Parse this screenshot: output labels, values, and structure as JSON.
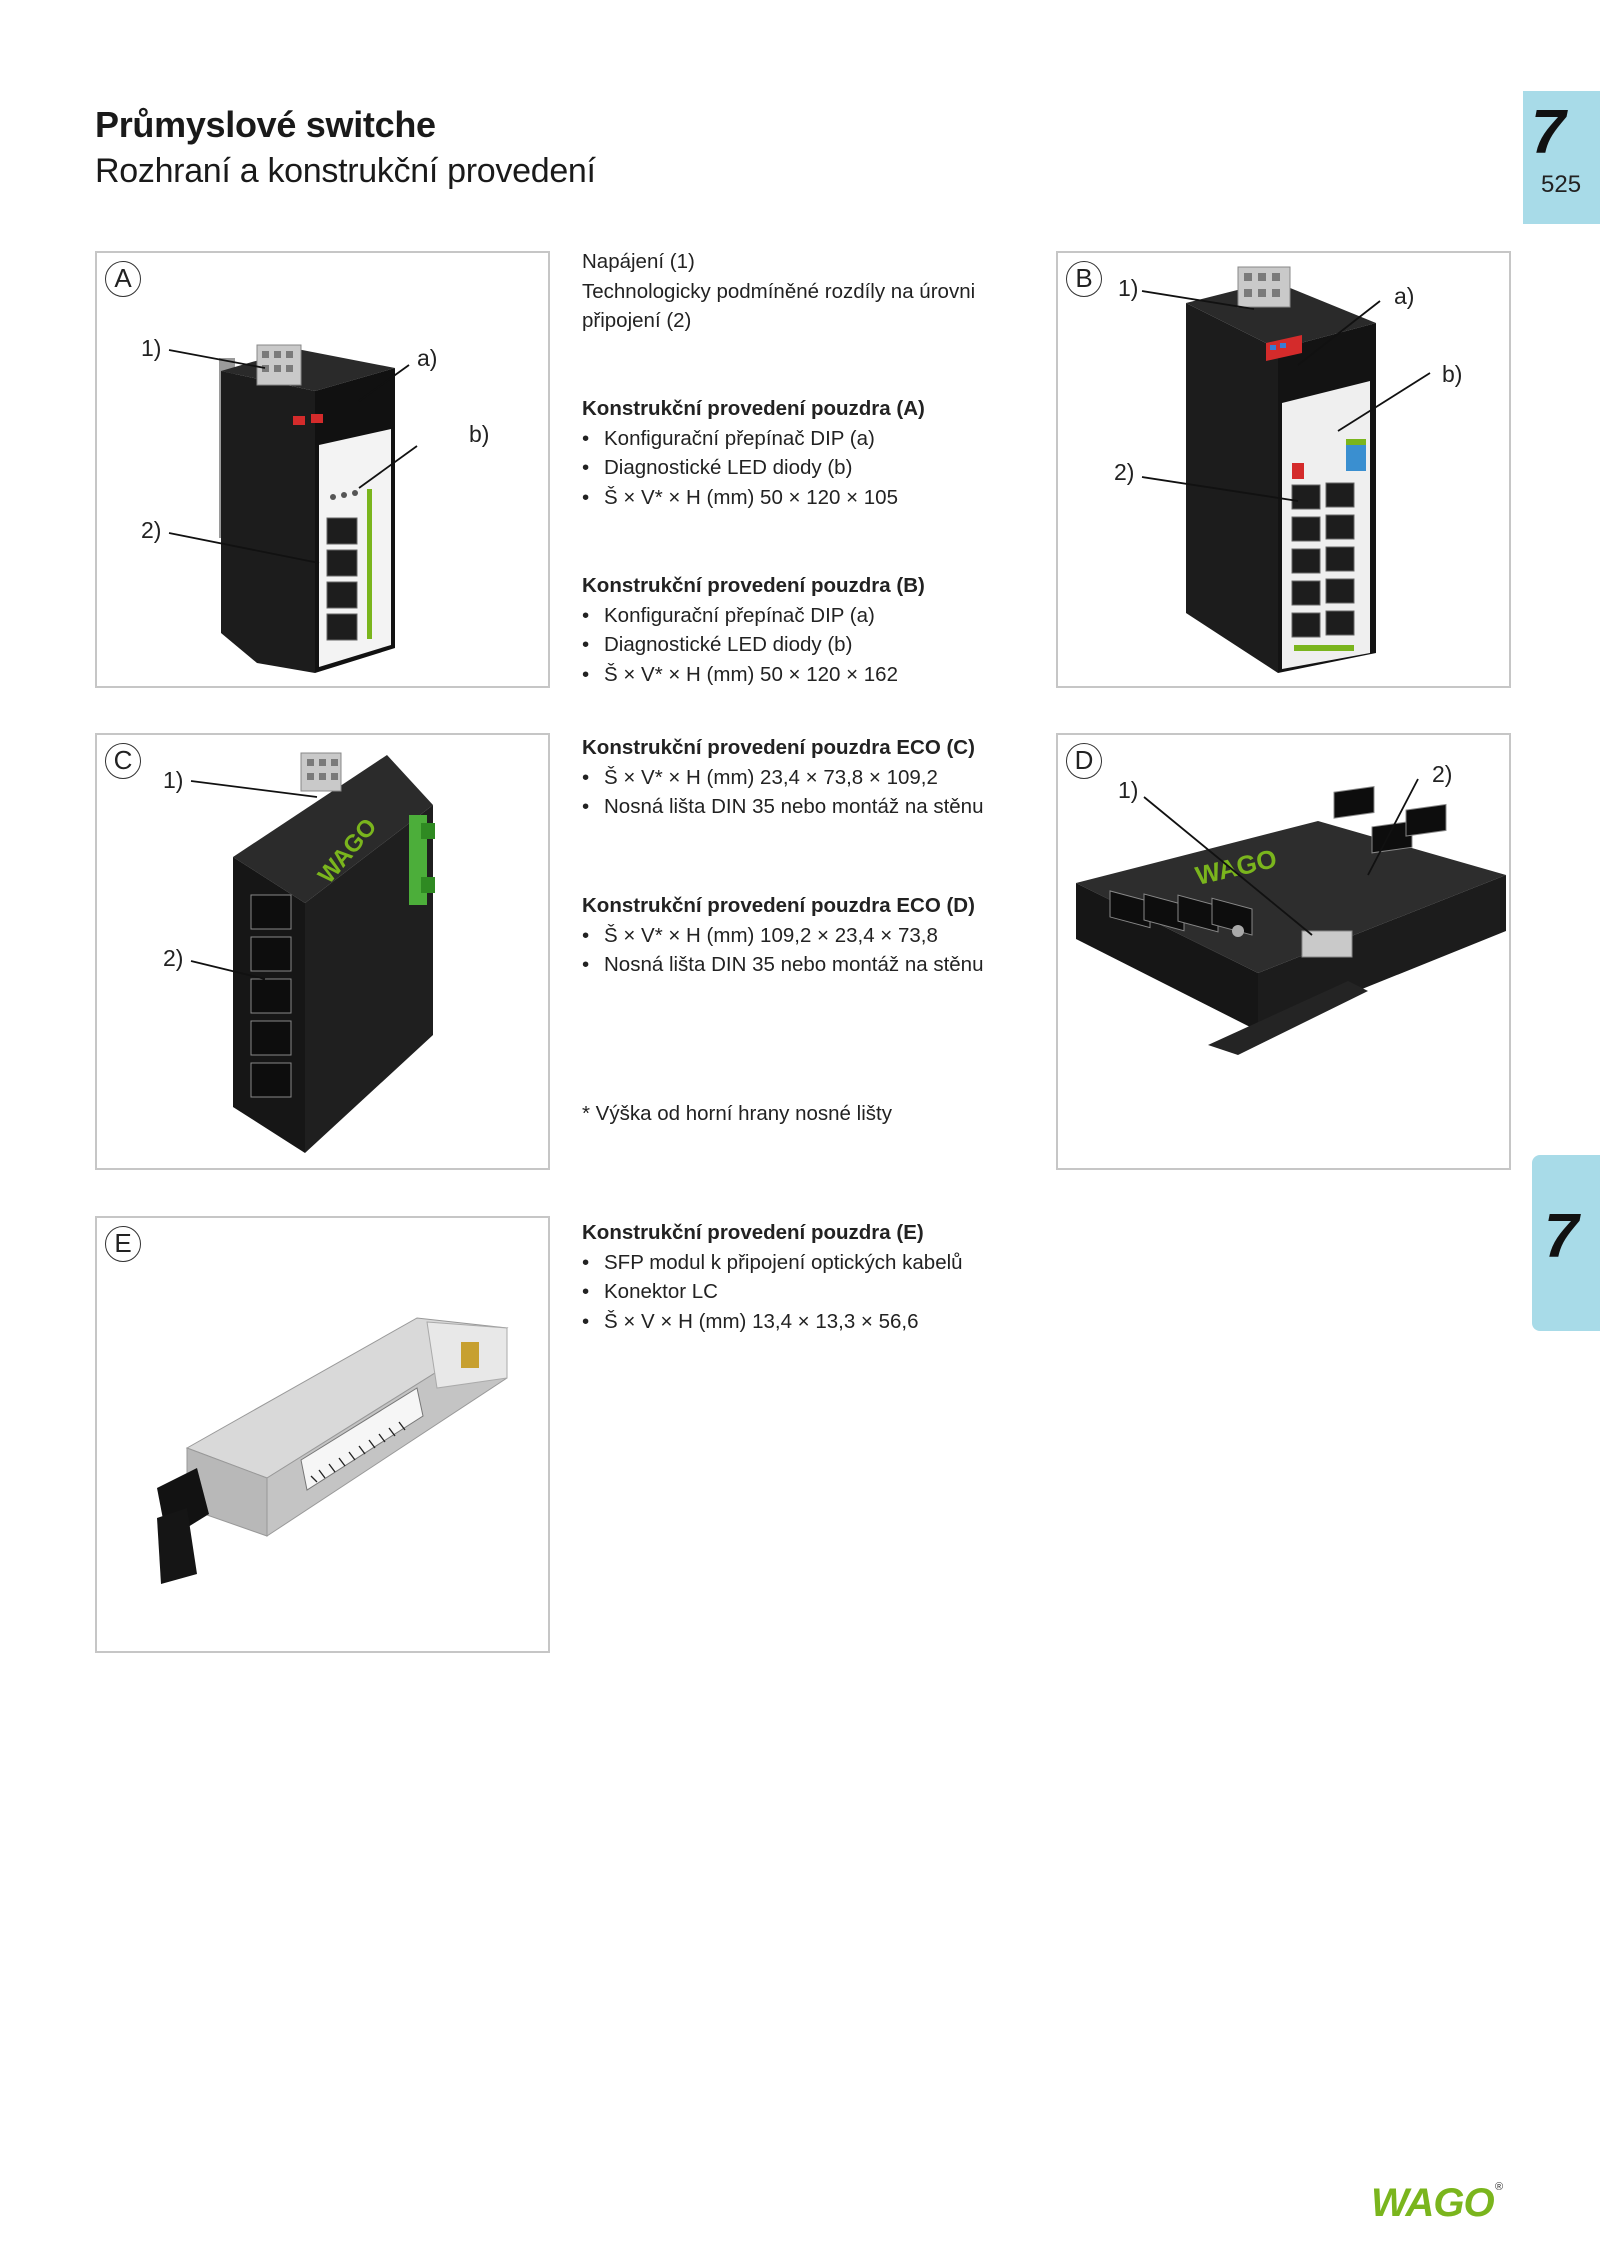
{
  "header": {
    "title": "Průmyslové switche",
    "subtitle": "Rozhraní a konstrukční provedení"
  },
  "tab": {
    "chapter": "7",
    "page": "525",
    "chapter_side": "7"
  },
  "intro": {
    "line1": "Napájení (1)",
    "line2": "Technologicky podmíněné rozdíly na úrovni",
    "line3": "připojení (2)"
  },
  "sections": {
    "a": {
      "heading": "Konstrukční provedení pouzdra (A)",
      "items": [
        "Konfigurační přepínač DIP (a)",
        "Diagnostické LED diody (b)",
        "Š × V* × H (mm) 50 × 120 × 105"
      ]
    },
    "b": {
      "heading": "Konstrukční provedení pouzdra (B)",
      "items": [
        "Konfigurační přepínač DIP (a)",
        "Diagnostické LED diody (b)",
        "Š × V* × H (mm) 50 × 120 × 162"
      ]
    },
    "c": {
      "heading": "Konstrukční provedení pouzdra ECO (C)",
      "items": [
        "Š × V* × H (mm) 23,4 × 73,8 × 109,2",
        "Nosná lišta DIN 35 nebo montáž na stěnu"
      ]
    },
    "d": {
      "heading": "Konstrukční provedení pouzdra ECO (D)",
      "items": [
        "Š × V* × H (mm) 109,2 × 23,4 × 73,8",
        "Nosná lišta DIN 35 nebo montáž na stěnu"
      ]
    },
    "e": {
      "heading": "Konstrukční provedení pouzdra (E)",
      "items": [
        "SFP modul k připojení optických kabelů",
        "Konektor LC",
        "Š × V × H (mm) 13,4 × 13,3 × 56,6"
      ]
    }
  },
  "footnote": "* Výška od horní hrany nosné lišty",
  "panels": {
    "a": {
      "badge": "A",
      "l1": "1)",
      "l2": "2)",
      "la": "a)",
      "lb": "b)"
    },
    "b": {
      "badge": "B",
      "l1": "1)",
      "l2": "2)",
      "la": "a)",
      "lb": "b)"
    },
    "c": {
      "badge": "C",
      "l1": "1)",
      "l2": "2)"
    },
    "d": {
      "badge": "D",
      "l1": "1)",
      "l2": "2)"
    },
    "e": {
      "badge": "E"
    }
  },
  "colors": {
    "tab": "#a8dbe8",
    "brand_green": "#7ab51d",
    "border": "#c6c6c6"
  },
  "logo_text": "WAGO"
}
